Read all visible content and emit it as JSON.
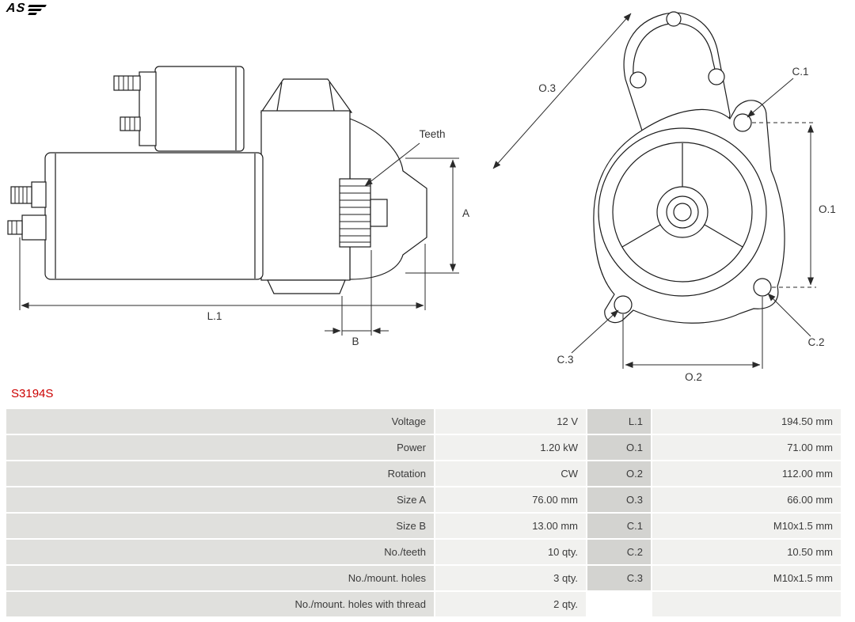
{
  "logo": {
    "text": "AS"
  },
  "part_number": "S3194S",
  "colors": {
    "part_number_red": "#cc0000",
    "cell_label_bg": "#e0e0dd",
    "cell_value_bg": "#f1f1ef",
    "cell_dim_bg": "#d3d3d0",
    "line_color": "#1c1c1c"
  },
  "diagram": {
    "labels": {
      "teeth": "Teeth",
      "a": "A",
      "b": "B",
      "l1": "L.1",
      "o1": "O.1",
      "o2": "O.2",
      "o3": "O.3",
      "c1": "C.1",
      "c2": "C.2",
      "c3": "C.3"
    }
  },
  "table": {
    "rows": [
      {
        "label": "Voltage",
        "value": "12 V",
        "dim": "L.1",
        "dim_value": "194.50 mm"
      },
      {
        "label": "Power",
        "value": "1.20 kW",
        "dim": "O.1",
        "dim_value": "71.00 mm"
      },
      {
        "label": "Rotation",
        "value": "CW",
        "dim": "O.2",
        "dim_value": "112.00 mm"
      },
      {
        "label": "Size A",
        "value": "76.00 mm",
        "dim": "O.3",
        "dim_value": "66.00 mm"
      },
      {
        "label": "Size B",
        "value": "13.00 mm",
        "dim": "C.1",
        "dim_value": "M10x1.5 mm"
      },
      {
        "label": "No./teeth",
        "value": "10 qty.",
        "dim": "C.2",
        "dim_value": "10.50 mm"
      },
      {
        "label": "No./mount. holes",
        "value": "3 qty.",
        "dim": "C.3",
        "dim_value": "M10x1.5 mm"
      },
      {
        "label": "No./mount. holes with thread",
        "value": "2 qty.",
        "dim": "",
        "dim_value": ""
      }
    ]
  }
}
